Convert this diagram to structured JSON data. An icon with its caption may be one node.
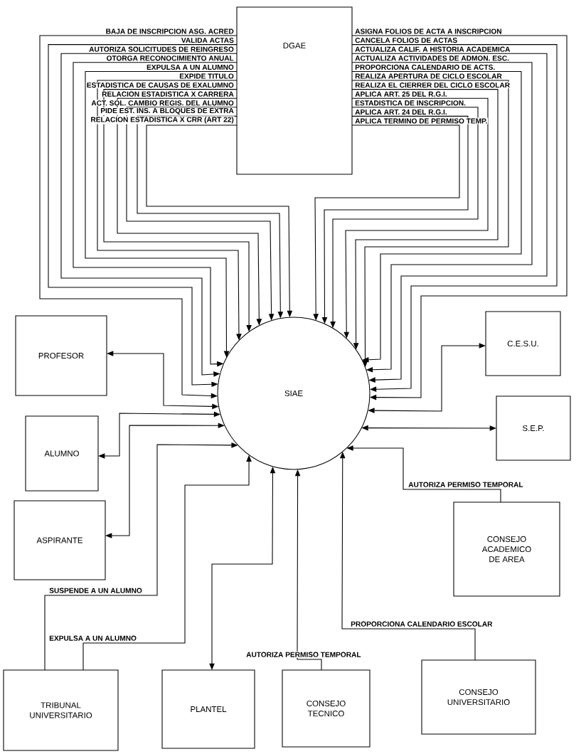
{
  "diagram": {
    "nodes": [
      {
        "text": [
          "DGAE"
        ]
      },
      {
        "text": [
          "SIAE"
        ]
      },
      {
        "text": [
          "PROFESOR"
        ]
      },
      {
        "text": [
          "ALUMNO"
        ]
      },
      {
        "text": [
          "ASPIRANTE"
        ]
      },
      {
        "text": [
          "C.E.S.U."
        ]
      },
      {
        "text": [
          "S.E.P."
        ]
      },
      {
        "text": [
          "CONSEJO ACADEMICO DE AREA"
        ]
      },
      {
        "text": [
          "TRIBUNAL UNIVERSITARIO"
        ]
      },
      {
        "text": [
          "PLANTEL"
        ]
      },
      {
        "text": [
          "CONSEJO TECNICO"
        ]
      },
      {
        "text": [
          "CONSEJO UNIVERSITARIO"
        ]
      }
    ],
    "edges": [
      {
        "from": 0,
        "to": 1,
        "arrow": "to",
        "label": "BAJA DE INSCRIPCION ASG. ACRED"
      },
      {
        "from": 0,
        "to": 1,
        "arrow": "to",
        "label": "VALIDA ACTAS"
      },
      {
        "from": 0,
        "to": 1,
        "arrow": "to",
        "label": "AUTORIZA SOLICITUDES DE REINGRESO"
      },
      {
        "from": 0,
        "to": 1,
        "arrow": "to",
        "label": "OTORGA RECONOCIMIENTO ANUAL"
      },
      {
        "from": 0,
        "to": 1,
        "arrow": "to",
        "label": "EXPULSA A UN ALUMNO"
      },
      {
        "from": 0,
        "to": 1,
        "arrow": "to",
        "label": "EXPIDE TITULO"
      },
      {
        "from": 0,
        "to": 1,
        "arrow": "to",
        "label": "ESTADISTICA DE CAUSAS DE EXALUMNO"
      },
      {
        "from": 0,
        "to": 1,
        "arrow": "to",
        "label": "RELACION ESTADISTICA X CARRERA"
      },
      {
        "from": 0,
        "to": 1,
        "arrow": "to",
        "label": "ACT. SOL. CAMBIO REGIS. DEL ALUMNO"
      },
      {
        "from": 0,
        "to": 1,
        "arrow": "to",
        "label": "PIDE EST. INS. A BLOQUES DE EXTRA"
      },
      {
        "from": 0,
        "to": 1,
        "arrow": "to",
        "label": "RELACION ESTADISTICA X CRR (ART 22)"
      },
      {
        "from": 0,
        "to": 1,
        "arrow": "to",
        "label": "ASIGNA FOLIOS DE ACTA A INSCRIPCION"
      },
      {
        "from": 0,
        "to": 1,
        "arrow": "to",
        "label": "CANCELA FOLIOS DE ACTAS"
      },
      {
        "from": 0,
        "to": 1,
        "arrow": "to",
        "label": "ACTUALIZA CALIF. A HISTORIA ACADEMICA"
      },
      {
        "from": 0,
        "to": 1,
        "arrow": "to",
        "label": "ACTUALIZA ACTIVIDADES DE ADMON. ESC."
      },
      {
        "from": 0,
        "to": 1,
        "arrow": "to",
        "label": "PROPORCIONA CALENDARIO DE ACTS."
      },
      {
        "from": 0,
        "to": 1,
        "arrow": "to",
        "label": "REALIZA APERTURA DE CICLO ESCOLAR"
      },
      {
        "from": 0,
        "to": 1,
        "arrow": "to",
        "label": "REALIZA EL CIERRER DEL CICLO ESCOLAR"
      },
      {
        "from": 0,
        "to": 1,
        "arrow": "to",
        "label": "APLICA ART. 25 DEL R.G.I."
      },
      {
        "from": 0,
        "to": 1,
        "arrow": "to",
        "label": "ESTADISTICA DE INSCRIPCION."
      },
      {
        "from": 0,
        "to": 1,
        "arrow": "to",
        "label": "APLICA ART. 24 DEL R.G.I."
      },
      {
        "from": 0,
        "to": 1,
        "arrow": "to",
        "label": "APLICA TERMINO DE PERMISO TEMP."
      },
      {
        "from": 1,
        "to": 2,
        "arrow": "both"
      },
      {
        "from": 1,
        "to": 3,
        "arrow": "both"
      },
      {
        "from": 1,
        "to": 4,
        "arrow": "both"
      },
      {
        "from": 8,
        "to": 1,
        "arrow": "to",
        "label": "SUSPENDE A UN ALUMNO"
      },
      {
        "from": 8,
        "to": 1,
        "arrow": "to",
        "label": "EXPULSA A UN ALUMNO"
      },
      {
        "from": 1,
        "to": 9,
        "arrow": "both"
      },
      {
        "from": 10,
        "to": 1,
        "arrow": "to",
        "label": "AUTORIZA PERMISO TEMPORAL"
      },
      {
        "from": 11,
        "to": 1,
        "arrow": "to",
        "label": "PROPORCIONA CALENDARIO ESCOLAR"
      },
      {
        "from": 7,
        "to": 1,
        "arrow": "to",
        "label": "AUTORIZA PERMISO TEMPORAL"
      },
      {
        "from": 1,
        "to": 5,
        "arrow": "both"
      },
      {
        "from": 1,
        "to": 6,
        "arrow": "both"
      }
    ]
  }
}
